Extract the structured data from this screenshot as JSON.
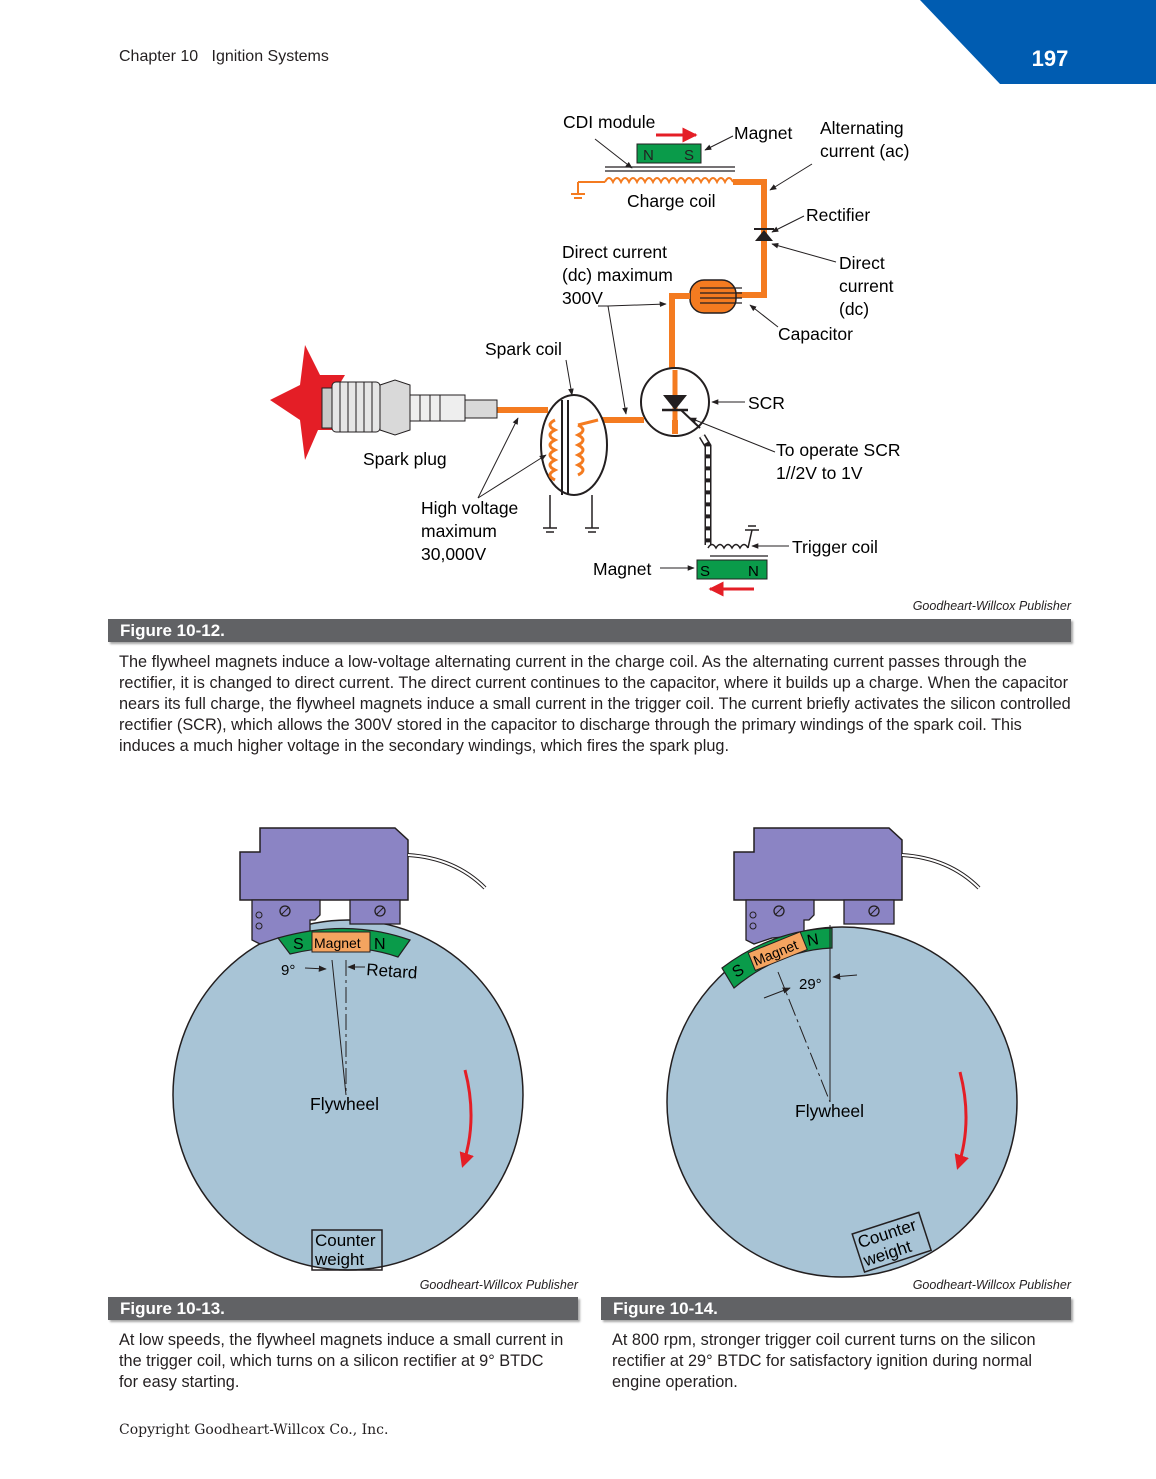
{
  "header": {
    "chapter": "Chapter 10   Ignition Systems",
    "page_number": "197"
  },
  "colors": {
    "accent_blue": "#005cb1",
    "wire_orange": "#f47b20",
    "magnet_green": "#0a9b4a",
    "arrow_red": "#e41e26",
    "flywheel_blue": "#a8c4d6",
    "module_purple": "#8b84c4",
    "figure_bar": "#616265"
  },
  "figure_12": {
    "labels": {
      "cdi_module": "CDI module",
      "magnet_top": "Magnet",
      "ac_1": "Alternating",
      "ac_2": "current (ac)",
      "charge_coil": "Charge coil",
      "rectifier": "Rectifier",
      "dc_max_1": "Direct current",
      "dc_max_2": "(dc) maximum",
      "dc_max_3": "300V",
      "dc_1": "Direct",
      "dc_2": "current",
      "dc_3": "(dc)",
      "capacitor": "Capacitor",
      "spark_coil": "Spark coil",
      "scr": "SCR",
      "spark_plug": "Spark plug",
      "operate_1": "To operate SCR",
      "operate_2": "1//2V to 1V",
      "hv_1": "High voltage",
      "hv_2": "maximum",
      "hv_3": "30,000V",
      "trigger_coil": "Trigger coil",
      "magnet_bottom": "Magnet",
      "n": "N",
      "s": "S"
    },
    "credit": "Goodheart-Willcox Publisher",
    "title": "Figure 10-12.",
    "caption": "The flywheel magnets induce a low-voltage alternating current in the charge coil. As the alternating current passes through the rectifier, it is changed to direct current. The direct current continues to the capacitor, where it builds up a charge. When the capacitor nears its full charge, the flywheel magnets induce a small current in the trigger coil. The current briefly activates the silicon controlled rectifier (SCR), which allows the 300V stored in the capacitor to discharge through the primary windings of the spark coil. This induces a much higher voltage in the secondary windings, which fires the spark plug."
  },
  "figure_13": {
    "labels": {
      "s": "S",
      "magnet": "Magnet",
      "n": "N",
      "angle": "9°",
      "retard": "Retard",
      "flywheel": "Flywheel",
      "counter_1": "Counter",
      "counter_2": "weight"
    },
    "credit": "Goodheart-Willcox Publisher",
    "title": "Figure 10-13.",
    "caption": "At low speeds, the flywheel magnets induce a small current in the trigger coil, which turns on a silicon rectifier at 9° BTDC for easy starting."
  },
  "figure_14": {
    "labels": {
      "s": "S",
      "magnet": "Magnet",
      "n": "N",
      "angle": "29°",
      "flywheel": "Flywheel",
      "counter_1": "Counter",
      "counter_2": "weight"
    },
    "credit": "Goodheart-Willcox Publisher",
    "title": "Figure 10-14.",
    "caption": "At 800 rpm, stronger trigger coil current turns on the silicon rectifier at 29° BTDC for satisfactory ignition during normal engine operation."
  },
  "footer": {
    "copyright": "Copyright Goodheart-Willcox Co., Inc."
  }
}
